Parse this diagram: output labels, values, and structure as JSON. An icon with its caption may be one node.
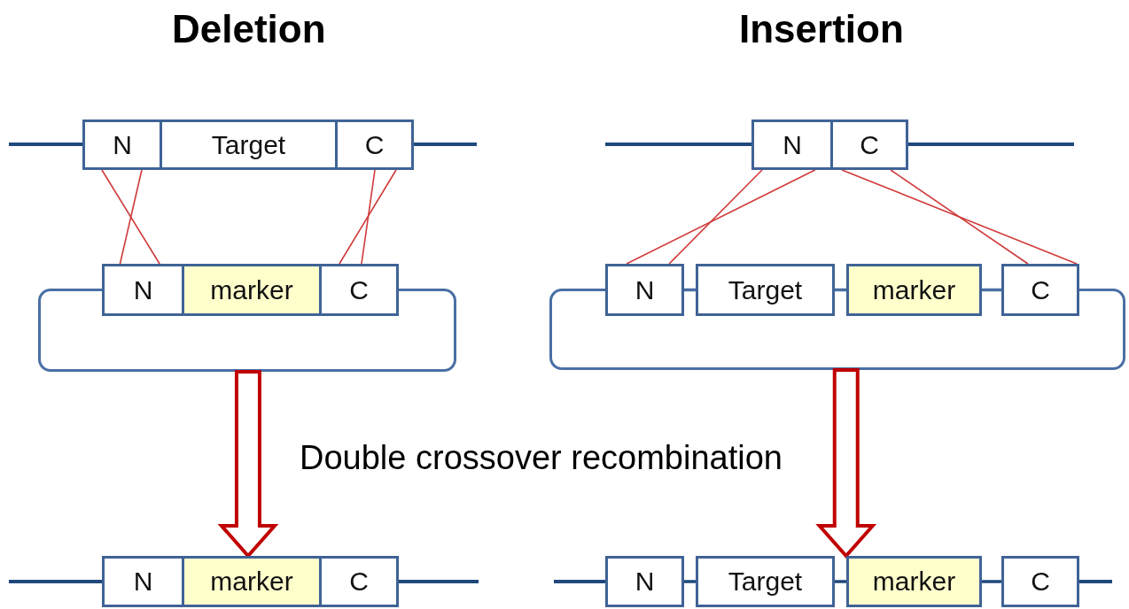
{
  "diagram": {
    "nodes": [
      {
        "text": [
          "N"
        ]
      },
      {
        "text": [
          "Target"
        ]
      },
      {
        "text": [
          "C"
        ]
      },
      {
        "text": [
          "N"
        ]
      },
      {
        "text": [
          "C"
        ]
      },
      {
        "text": [],
        "shape": "box"
      },
      {
        "text": [
          "N"
        ]
      },
      {
        "text": [
          "marker"
        ]
      },
      {
        "text": [
          "C"
        ]
      },
      {
        "text": [],
        "shape": "box"
      },
      {
        "text": [
          "N"
        ]
      },
      {
        "text": [
          "Target"
        ]
      },
      {
        "text": [
          "marker"
        ]
      },
      {
        "text": [
          "C"
        ]
      },
      {
        "text": [
          "N"
        ]
      },
      {
        "text": [
          "marker"
        ]
      },
      {
        "text": [
          "C"
        ]
      },
      {
        "text": [
          "N"
        ]
      },
      {
        "text": [
          "Target"
        ]
      },
      {
        "text": [
          "marker"
        ]
      },
      {
        "text": [
          "C"
        ]
      }
    ],
    "edges": [
      {
        "from": 0,
        "to": 6,
        "arrow": "none"
      },
      {
        "from": 0,
        "to": 6,
        "arrow": "none"
      },
      {
        "from": 2,
        "to": 8,
        "arrow": "none"
      },
      {
        "from": 2,
        "to": 8,
        "arrow": "none"
      },
      {
        "from": 3,
        "to": 10,
        "arrow": "none"
      },
      {
        "from": 3,
        "to": 10,
        "arrow": "none"
      },
      {
        "from": 4,
        "to": 13,
        "arrow": "none"
      },
      {
        "from": 4,
        "to": 13,
        "arrow": "none"
      },
      {
        "from": 5,
        "to": 15,
        "arrow": "to",
        "style": "thick",
        "color": "#c00000"
      },
      {
        "from": 9,
        "to": 19,
        "arrow": "to",
        "style": "thick",
        "color": "#c00000"
      },
      {
        "from": 10,
        "to": 11,
        "arrow": "none",
        "color": "#4a6fa5"
      },
      {
        "from": 11,
        "to": 12,
        "arrow": "none",
        "color": "#4a6fa5"
      },
      {
        "from": 12,
        "to": 13,
        "arrow": "none",
        "color": "#4a6fa5"
      },
      {
        "from": 17,
        "to": 18,
        "arrow": "none",
        "color": "#1f497d"
      },
      {
        "from": 18,
        "to": 19,
        "arrow": "none",
        "color": "#1f497d"
      },
      {
        "from": 19,
        "to": 20,
        "arrow": "none",
        "color": "#1f497d"
      }
    ],
    "labels": [
      "Deletion",
      "Insertion",
      "Double crossover recombination"
    ]
  }
}
